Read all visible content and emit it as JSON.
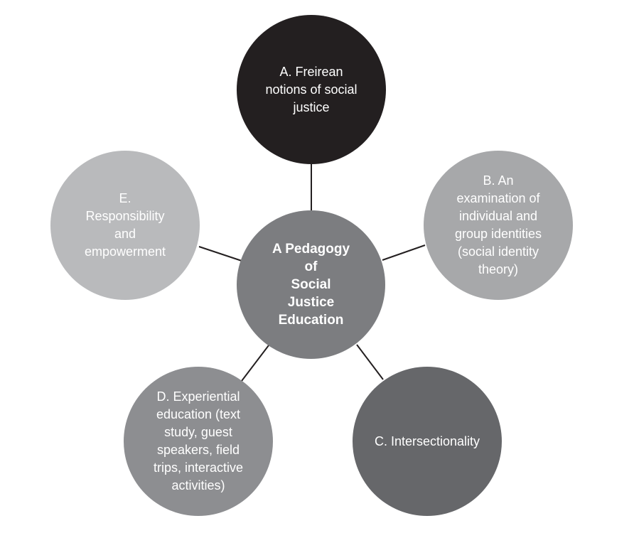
{
  "diagram": {
    "center": {
      "label": "A Pedagogy\nof\nSocial\nJustice\nEducation",
      "fill": "#7c7d80"
    },
    "nodes": {
      "a": {
        "label": "A. Freirean\nnotions of  social\njustice",
        "fill": "#231f20"
      },
      "b": {
        "label": "B. An\nexamination of\nindividual and\ngroup identities\n(social identity\ntheory)",
        "fill": "#a7a8aa"
      },
      "c": {
        "label": "C. Intersectionality",
        "fill": "#66676a"
      },
      "d": {
        "label": "D. Experiential\neducation (text\nstudy, guest\nspeakers, field\ntrips, interactive\nactivities)",
        "fill": "#8d8e91"
      },
      "e": {
        "label": "E.\nResponsibility\nand\nempowerment",
        "fill": "#b9babc"
      }
    },
    "connector_color": "#231f20"
  }
}
